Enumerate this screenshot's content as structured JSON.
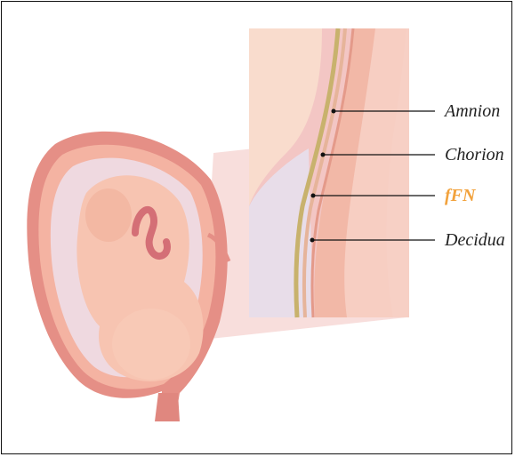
{
  "labels": [
    {
      "id": "amnion",
      "text": "Amnion",
      "color": "#222222"
    },
    {
      "id": "chorion",
      "text": "Chorion",
      "color": "#222222"
    },
    {
      "id": "ffn",
      "text": "fFN",
      "color": "#f2a23c"
    },
    {
      "id": "decidua",
      "text": "Decidua",
      "color": "#222222"
    }
  ],
  "colors": {
    "skin": "#f4b8a6",
    "uterus": "#e58f86",
    "membrane_band": "#c8b26d",
    "panel_pink": "#f3c6c4",
    "amniotic": "#e5e0f0",
    "border": "#111111",
    "ffn_accent": "#f2a23c"
  }
}
